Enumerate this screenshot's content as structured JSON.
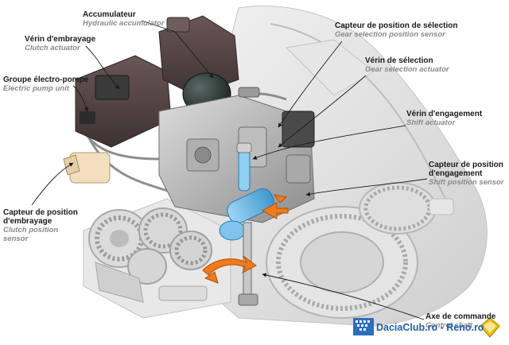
{
  "labels": {
    "accumulateur": {
      "fr": "Accumulateur",
      "en": "Hydraulic accumulator"
    },
    "verin_embrayage": {
      "fr": "Vérin d'embrayage",
      "en": "Clutch actuator"
    },
    "groupe_electro_pompe": {
      "fr": "Groupe électro-pompe",
      "en": "Electric pump unit"
    },
    "capteur_selection": {
      "fr": "Capteur de position de sélection",
      "en": "Gear selection position sensor"
    },
    "verin_selection": {
      "fr": "Vérin de sélection",
      "en": "Gear selection actuator"
    },
    "verin_engagement": {
      "fr": "Vérin d'engagement",
      "en": "Shift actuator"
    },
    "capteur_engagement": {
      "fr": "Capteur de position\nd'engagement",
      "en": "Shift position sensor"
    },
    "capteur_embrayage": {
      "fr": "Capteur de position\nd'embrayage",
      "en": "Clutch position\nsensor"
    },
    "axe_commande": {
      "fr": "Axe de commande",
      "en": "Control shaft"
    }
  },
  "watermark": {
    "site1": "DaciaClub.ro",
    "sep": " - ",
    "site2": "Reno.ro"
  },
  "colors": {
    "label_fr": "#1a1a1a",
    "label_en": "#8a8a8a",
    "leader": "#1a1a1a",
    "accent_orange": "#f07a1c",
    "sensor_blue": "#5fb6e8",
    "watermark_blue": "#1f5fae"
  }
}
